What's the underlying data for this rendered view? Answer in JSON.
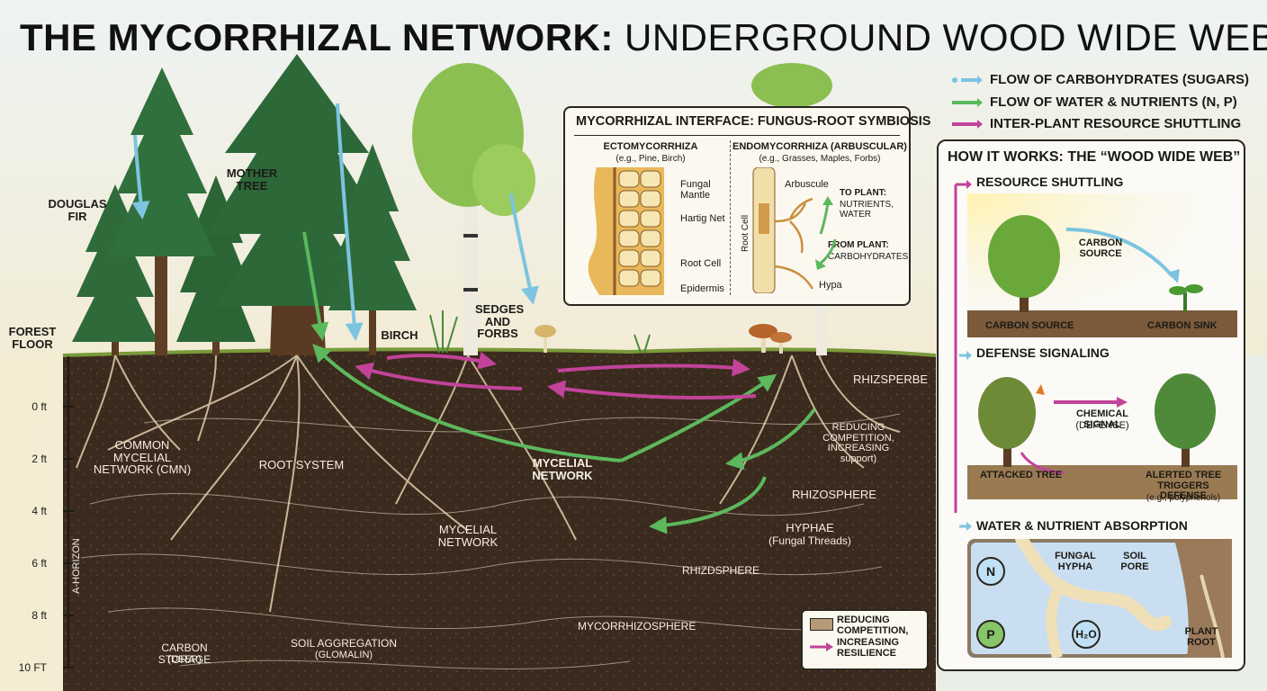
{
  "title": {
    "bold": "THE MYCORRHIZAL NETWORK:",
    "rest": "UNDERGROUND WOOD WIDE WEB"
  },
  "legend": [
    {
      "label": "FLOW OF CARBOHYDRATES (SUGARS)",
      "color": "#7cc4e0"
    },
    {
      "label": "FLOW OF WATER & NUTRIENTS (N, P)",
      "color": "#5cb85c"
    },
    {
      "label": "INTER-PLANT RESOURCE SHUTTLING",
      "color": "#c2439a"
    }
  ],
  "scene_labels": {
    "douglas_fir": "DOUGLAS FIR",
    "mother_tree": "MOTHER TREE",
    "birch": "BIRCH",
    "sedges": "SEDGES AND FORBS",
    "forest_floor": "FOREST FLOOR",
    "rhizsperbe": "RHIZSPERBE",
    "reducing": "REDUCING COMPETITION, INCREASING support)",
    "common_mycelial": "COMMON MYCELIAL NETWORK (CMN)",
    "root_system": "ROOT SYSTEM",
    "mycelial_network_1": "MYCELIAL NETWORK",
    "mycelial_network_2": "MYCELIAL NETWORK",
    "rhizosphere": "RHIZOSPHERE",
    "hyphae": "HYPHAE",
    "hyphae_sub": "(Fungal Threads)",
    "rhizdsphere": "RHIZDSPHERE",
    "mycorrhizosphere": "MYCORRHIZOSPHERE",
    "carbon_storage": "CARBON STORAGE",
    "carbon_storage_sub": "(DEEP)",
    "soil_aggregation": "SOIL AGGREGATION",
    "soil_aggregation_sub": "(GLOMALIN)",
    "a_horizon_upper": "A-Horizon",
    "a_horizon_lower": "A-HORIZON"
  },
  "depth_scale": [
    "0 ft",
    "2 ft",
    "4 ft",
    "6 ft",
    "8 ft",
    "10 FT"
  ],
  "inset": {
    "title": "MYCORRHIZAL INTERFACE: FUNGUS-ROOT SYMBIOSIS",
    "ecto_title": "ECTOMYCORRHIZA",
    "ecto_sub": "(e.g., Pine, Birch)",
    "ecto_labels": [
      "Fungal Mantle",
      "Hartig Net",
      "Root Cell",
      "Epidermis"
    ],
    "endo_title": "ENDOMYCORRHIZA (ARBUSCULAR)",
    "endo_sub": "(e.g., Grasses, Maples, Forbs)",
    "arbuscule": "Arbuscule",
    "root_cell": "Root Cell",
    "to_plant": "TO PLANT:",
    "to_plant_sub": "NUTRIENTS, WATER",
    "from_plant": "FROM PLANT:",
    "from_plant_sub": "CARBOHYDRATES",
    "hypa": "Hypa"
  },
  "panel": {
    "title": "HOW IT WORKS: THE “WOOD WIDE WEB”",
    "s1_title": "RESOURCE SHUTTLING",
    "s1_carbon": "CARBON SOURCE",
    "s1_left": "CARBON SOURCE",
    "s1_right": "CARBON SINK",
    "s2_title": "DEFENSE SIGNALING",
    "s2_signal": "CHEMICAL SIGNAL",
    "s2_signal_sub": "(DEFENSE)",
    "s2_left": "ATTACKED TREE",
    "s2_right": "ALERTED TREE TRIGGERS DEFENSE",
    "s2_right_sub": "(e.g., polyphenols)",
    "s3_title": "WATER & NUTRIENT ABSORPTION",
    "s3_hypha": "FUNGAL HYPHA",
    "s3_pore": "SOIL PORE",
    "s3_root": "PLANT ROOT",
    "s3_n": "N",
    "s3_p": "P",
    "s3_h2o": "H₂O"
  },
  "bottom_legend": {
    "item1": "REDUCING COMPETITION,",
    "item2": "INCREASING RESILIENCE"
  }
}
